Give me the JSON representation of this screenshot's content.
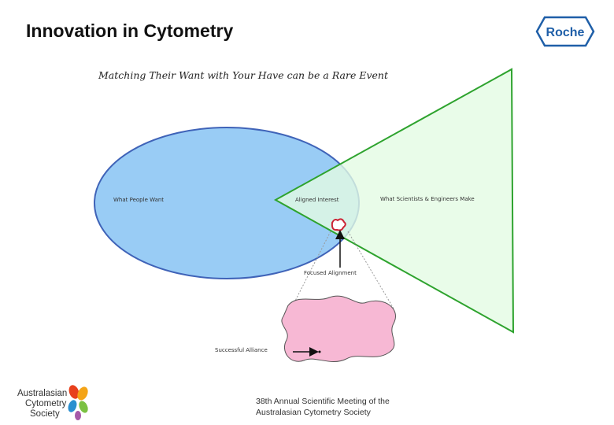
{
  "title": "Innovation in Cytometry",
  "subtitle": "Matching Their Want with Your Have can be a Rare Event",
  "logos": {
    "roche": "Roche"
  },
  "diagram": {
    "want_label": "What People Want",
    "make_label": "What Scientists & Engineers Make",
    "aligned_label": "Aligned Interest",
    "focused_label": "Focused Alignment",
    "alliance_label": "Successful Alliance",
    "colors": {
      "ellipse_fill": "#99ccf5",
      "ellipse_stroke": "#3f63b8",
      "triangle_fill": "#e3fbe3",
      "triangle_stroke": "#2ea32e",
      "blob_fill": "#f7b8d4",
      "small_blob_stroke": "#cc2233"
    }
  },
  "footer": {
    "society_lines": [
      "Australasian",
      "Cytometry",
      "Society"
    ],
    "meeting_lines": [
      "38th Annual Scientific Meeting of the",
      "Australasian Cytometry Society"
    ]
  }
}
